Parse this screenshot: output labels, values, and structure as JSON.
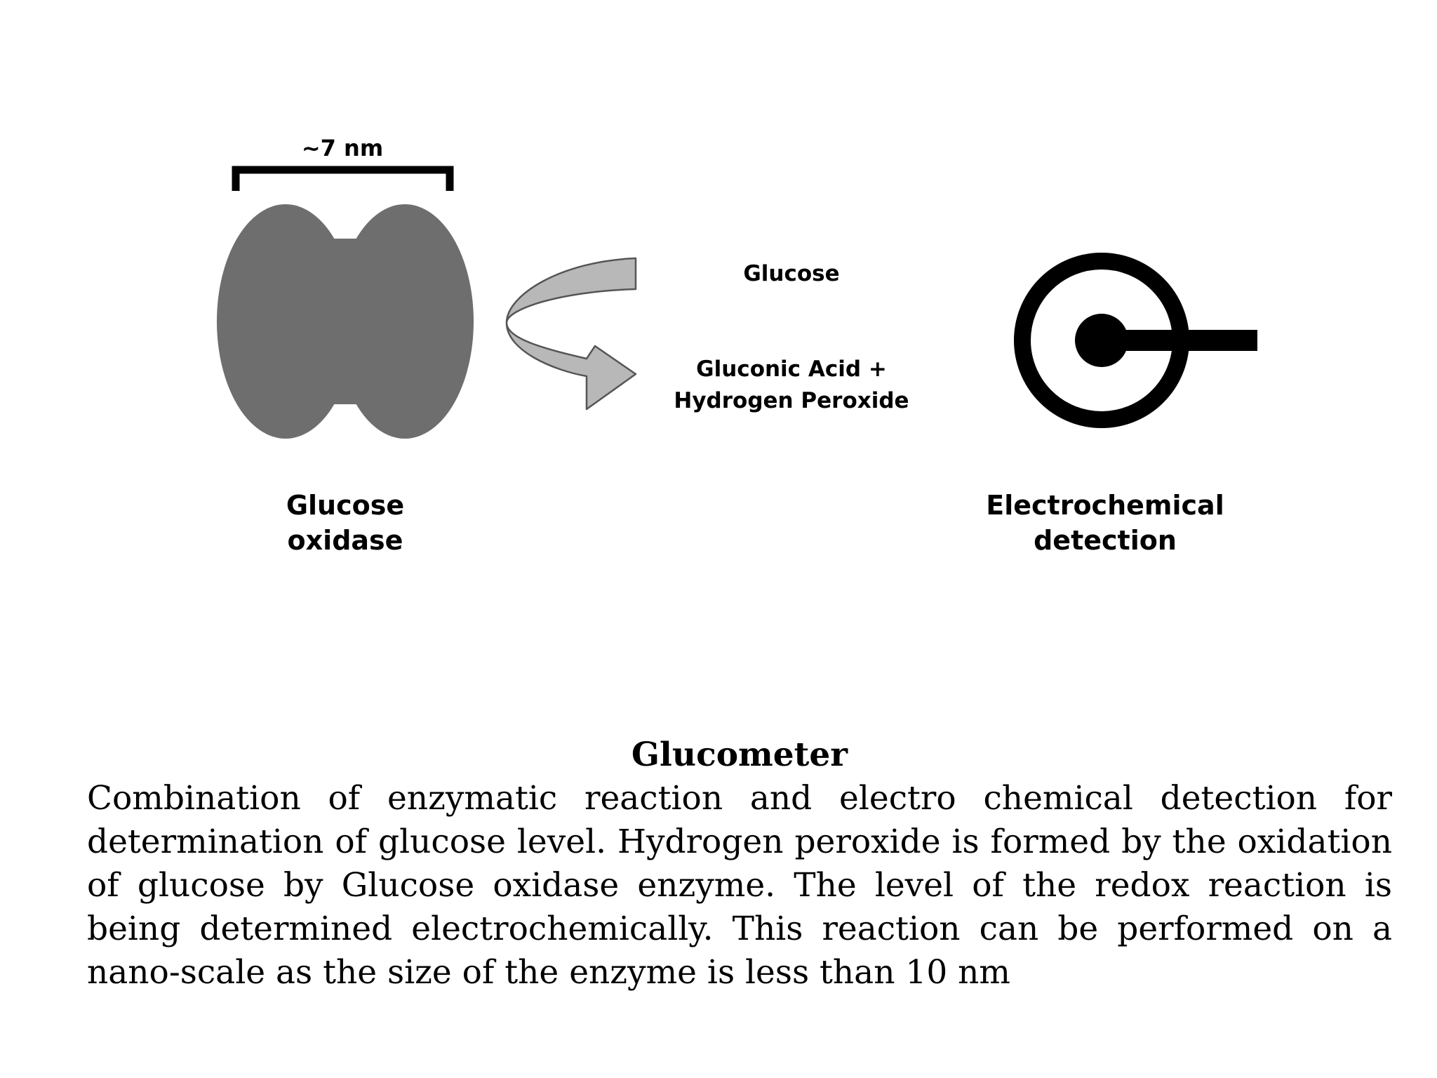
{
  "diagram": {
    "scale_label": "~7 nm",
    "enzyme_label_line1": "Glucose",
    "enzyme_label_line2": "oxidase",
    "reactant_label": "Glucose",
    "product_label_line1": "Gluconic Acid +",
    "product_label_line2": "Hydrogen Peroxide",
    "detector_label_line1": "Electrochemical",
    "detector_label_line2": "detection",
    "colors": {
      "enzyme": "#6e6e6e",
      "arrow_fill": "#b8b8b8",
      "arrow_stroke": "#555555",
      "ink": "#000000"
    }
  },
  "caption": {
    "title": "Glucometer",
    "body": "Combination of enzymatic reaction and electro chemical detection for determination of glucose level. Hydrogen peroxide is formed by the oxidation of glucose by Glucose oxidase enzyme. The level of the redox reaction is being determined electrochemically. This reaction can be performed on a nano-scale as the size of the enzyme  is less than 10 nm"
  }
}
